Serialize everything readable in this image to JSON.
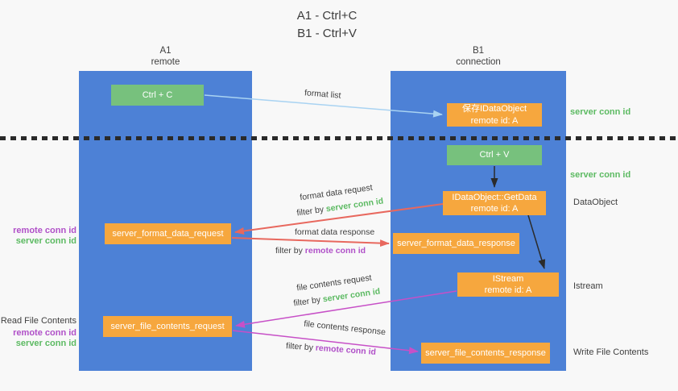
{
  "title": {
    "line1": "A1 - Ctrl+C",
    "line2": "B1 - Ctrl+V"
  },
  "lifelines": {
    "a1": {
      "name": "A1",
      "role": "remote"
    },
    "b1": {
      "name": "B1",
      "role": "connection"
    }
  },
  "nodes": {
    "ctrl_c": {
      "label": "Ctrl + C"
    },
    "save_idataobject": {
      "line1": "保存IDataObject",
      "line2": "remote id: A"
    },
    "ctrl_v": {
      "label": "Ctrl + V"
    },
    "getdata": {
      "line1": "IDataObject::GetData",
      "line2": "remote id: A"
    },
    "format_request": {
      "label": "server_format_data_request"
    },
    "format_response": {
      "label": "server_format_data_response"
    },
    "istream": {
      "line1": "IStream",
      "line2": "remote id: A"
    },
    "file_request": {
      "label": "server_file_contents_request"
    },
    "file_response": {
      "label": "server_file_contents_response"
    }
  },
  "edge_labels": {
    "format_list": "format list",
    "format_data_request": "format data request",
    "format_data_response": "format data response",
    "file_contents_request": "file contents request",
    "file_contents_response": "file contents response",
    "filter_by": "filter by ",
    "server_conn_id": "server conn id",
    "remote_conn_id": "remote conn id"
  },
  "annotations": {
    "server_conn_id_1": "server conn id",
    "server_conn_id_2": "server conn id",
    "dataobject": "DataObject",
    "istream": "Istream",
    "write_file_contents": "Write File Contents",
    "read_file_contents": "Read File Contents",
    "remote_conn_id": "remote conn id",
    "server_conn_id": "server conn id"
  },
  "colors": {
    "lifeline_blue": "#4d81d6",
    "node_green": "#77c17d",
    "node_orange": "#f6a73e",
    "arrow_red": "#e8685e",
    "arrow_magenta": "#c750c7",
    "arrow_blue": "#a9d3f2",
    "arrow_black": "#2b2b2b",
    "text_green": "#5cba62",
    "text_purple": "#b050c8",
    "background": "#f8f8f8"
  }
}
